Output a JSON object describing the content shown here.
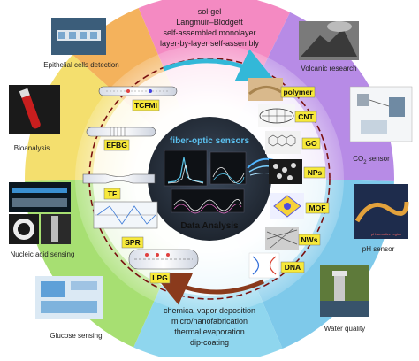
{
  "fabrication_top": [
    "sol-gel",
    "Langmuir–Blodgett",
    "self-assembled monolayer",
    "layer-by-layer self-assembly"
  ],
  "fabrication_bottom": [
    "chemical vapor deposition",
    "micro/nanofabrication",
    "thermal evaporation",
    "dip-coating"
  ],
  "center": {
    "title": "fiber-optic sensors",
    "subtitle": "Data Analysis"
  },
  "sensor_types": [
    "TCFMI",
    "EFBG",
    "TF",
    "SPR",
    "LPG"
  ],
  "materials": [
    "polymer",
    "CNT",
    "GO",
    "NPs",
    "MOF",
    "NWs",
    "DNA"
  ],
  "applications": {
    "epithelial": "Epithelial cells detection",
    "bioanalysis": "Bioanalysis",
    "nucleic": "Nucleic acid sensing",
    "glucose": "Glucose sensing",
    "volcanic": "Volcanic research",
    "co2_main": "CO",
    "co2_sub": "2",
    "co2_tail": " sensor",
    "ph": "pH sensor",
    "water": "Water quality"
  },
  "colors": {
    "ring_pink": "#f48ac2",
    "ring_purple": "#b78be6",
    "ring_blue": "#7ec9ea",
    "ring_green": "#a7df72",
    "ring_yellow": "#f4df6e",
    "ring_orange": "#f4b25c",
    "center_disk": "#2e3846",
    "label_yellow": "#f7e93a",
    "arrow_blue": "#33b8d8",
    "arrow_brown": "#8a3a1c",
    "title_blue": "#5bc0ef"
  }
}
